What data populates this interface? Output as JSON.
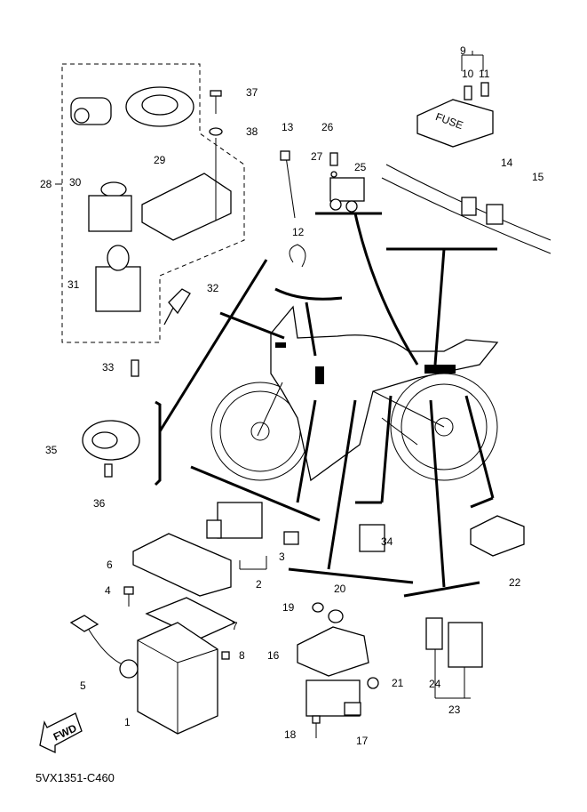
{
  "diagram_code": "5VX1351-C460",
  "fwd_label": "FWD",
  "fuse_label": "FUSE",
  "callouts": [
    "1",
    "2",
    "3",
    "4",
    "5",
    "6",
    "7",
    "8",
    "9",
    "10",
    "11",
    "12",
    "13",
    "14",
    "15",
    "16",
    "17",
    "18",
    "19",
    "20",
    "21",
    "22",
    "23",
    "24",
    "25",
    "26",
    "27",
    "28",
    "29",
    "30",
    "31",
    "32",
    "33",
    "34",
    "35",
    "36",
    "37",
    "38"
  ]
}
